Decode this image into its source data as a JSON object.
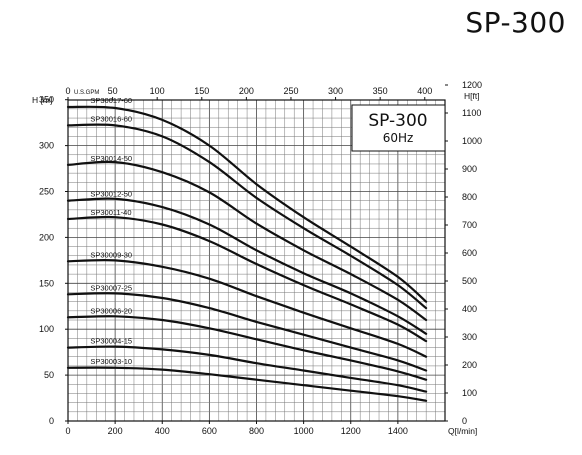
{
  "page": {
    "title": "SP-300"
  },
  "chart_data": {
    "type": "line",
    "legend_box": {
      "title": "SP-300",
      "subtitle": "60Hz",
      "placement": "top-right"
    },
    "x": {
      "label": "Q[l/min]",
      "lim": [
        0,
        1600
      ],
      "ticks": [
        0,
        200,
        400,
        600,
        800,
        1000,
        1200,
        1400
      ]
    },
    "x_top": {
      "label": "U.S.GPM",
      "lim": [
        0,
        422.7
      ],
      "ticks": [
        0,
        50,
        100,
        150,
        200,
        250,
        300,
        350,
        400
      ]
    },
    "y": {
      "label": "H [m]",
      "lim": [
        0,
        350
      ],
      "ticks": [
        0,
        50,
        100,
        150,
        200,
        250,
        300,
        350
      ]
    },
    "y_right": {
      "label": "H[ft]",
      "lim": [
        0,
        1148.3
      ],
      "ticks": [
        0,
        100,
        200,
        300,
        400,
        500,
        600,
        700,
        800,
        900,
        1000,
        1100,
        1200
      ]
    },
    "grid": true,
    "series": [
      {
        "name": "SP30017-60",
        "x": [
          0,
          200,
          400,
          600,
          800,
          1000,
          1200,
          1400,
          1520
        ],
        "y": [
          342,
          341,
          328,
          300,
          258,
          222,
          190,
          157,
          130
        ]
      },
      {
        "name": "SP30016-60",
        "x": [
          0,
          200,
          400,
          600,
          800,
          1000,
          1200,
          1400,
          1520
        ],
        "y": [
          322,
          322,
          310,
          282,
          243,
          210,
          180,
          148,
          123
        ]
      },
      {
        "name": "SP30014-50",
        "x": [
          0,
          200,
          400,
          600,
          800,
          1000,
          1200,
          1400,
          1520
        ],
        "y": [
          279,
          282,
          271,
          249,
          215,
          186,
          160,
          132,
          110
        ]
      },
      {
        "name": "SP30012-50",
        "x": [
          0,
          200,
          400,
          600,
          800,
          1000,
          1200,
          1400,
          1520
        ],
        "y": [
          240,
          242,
          233,
          214,
          186,
          161,
          139,
          114,
          95
        ]
      },
      {
        "name": "SP30011-40",
        "x": [
          0,
          200,
          400,
          600,
          800,
          1000,
          1200,
          1400,
          1520
        ],
        "y": [
          220,
          222,
          214,
          196,
          171,
          148,
          127,
          105,
          87
        ]
      },
      {
        "name": "SP30009-30",
        "x": [
          0,
          200,
          400,
          600,
          800,
          1000,
          1200,
          1400,
          1520
        ],
        "y": [
          174,
          175,
          168,
          155,
          136,
          118,
          101,
          84,
          70
        ]
      },
      {
        "name": "SP30007-25",
        "x": [
          0,
          200,
          400,
          600,
          800,
          1000,
          1200,
          1400,
          1520
        ],
        "y": [
          138,
          139,
          134,
          123,
          108,
          94,
          80,
          66,
          55
        ]
      },
      {
        "name": "SP30006-20",
        "x": [
          0,
          200,
          400,
          600,
          800,
          1000,
          1200,
          1400,
          1520
        ],
        "y": [
          113,
          114,
          110,
          101,
          89,
          77,
          66,
          54,
          45
        ]
      },
      {
        "name": "SP30004-15",
        "x": [
          0,
          200,
          400,
          600,
          800,
          1000,
          1200,
          1400,
          1520
        ],
        "y": [
          80,
          81,
          78,
          72,
          63,
          55,
          47,
          39,
          32
        ]
      },
      {
        "name": "SP30003-10",
        "x": [
          0,
          200,
          400,
          600,
          800,
          1000,
          1200,
          1400,
          1520
        ],
        "y": [
          58,
          58,
          56,
          51,
          45,
          39,
          33,
          27,
          22
        ]
      }
    ]
  }
}
